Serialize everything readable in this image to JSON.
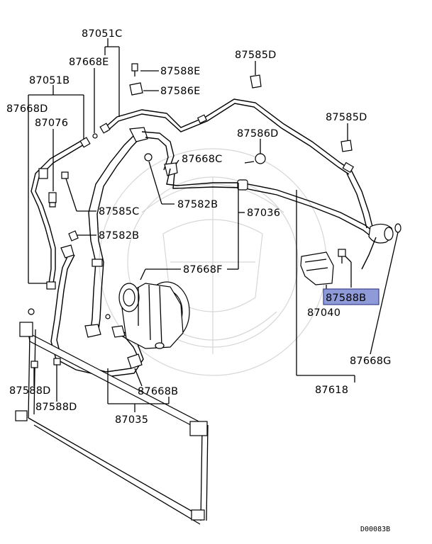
{
  "diagram": {
    "part_labels": {
      "p87051C": "87051C",
      "p87668E": "87668E",
      "p87588E": "87588E",
      "p87586E": "87586E",
      "p87585D_top": "87585D",
      "p87051B": "87051B",
      "p87668D": "87668D",
      "p87076": "87076",
      "p87585D_right": "87585D",
      "p87586D": "87586D",
      "p87668C": "87668C",
      "p87582B_top": "87582B",
      "p87585C": "87585C",
      "p87036": "87036",
      "p87582B_left": "87582B",
      "p87668F": "87668F",
      "p87588B": "87588B",
      "p87040": "87040",
      "p87668G": "87668G",
      "p87588D_a": "87588D",
      "p87588D_b": "87588D",
      "p87668B": "87668B",
      "p87618": "87618",
      "p87035": "87035"
    },
    "diagram_code": "D00083B",
    "highlight_color": "#8f9bd9"
  }
}
